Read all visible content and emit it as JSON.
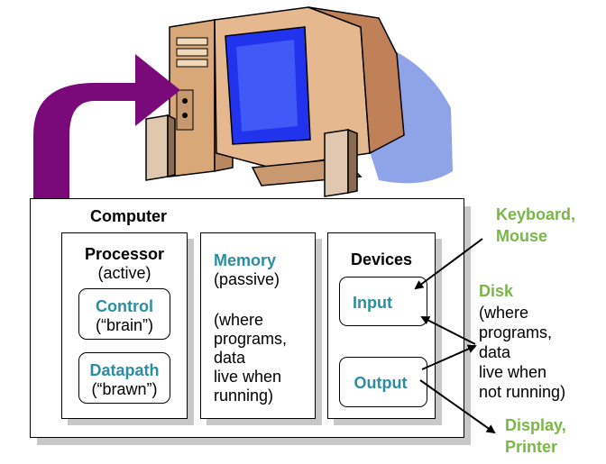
{
  "computer": {
    "label": "Computer",
    "processor": {
      "title": "Processor",
      "subtitle": "(active)",
      "control": {
        "title": "Control",
        "subtitle": "(“brain”)"
      },
      "datapath": {
        "title": "Datapath",
        "subtitle": "(“brawn”)"
      }
    },
    "memory": {
      "title": "Memory",
      "subtitle": "(passive)",
      "desc": [
        "(where",
        "programs,",
        "data",
        "live when",
        "running)"
      ]
    },
    "devices": {
      "title": "Devices",
      "input": "Input",
      "output": "Output"
    }
  },
  "external": {
    "keyboard": [
      "Keyboard,",
      "Mouse"
    ],
    "disk": {
      "title": "Disk",
      "desc": [
        "(where",
        "programs,",
        "data",
        "live when",
        "not running)"
      ]
    },
    "display": [
      "Display,",
      "Printer"
    ]
  },
  "colors": {
    "teal": "#2a8ea0",
    "green": "#7ab648",
    "arrow_purple": "#7a0a7a",
    "screen_blue": "#2233ee",
    "case_beige": "#e8c8a0"
  }
}
